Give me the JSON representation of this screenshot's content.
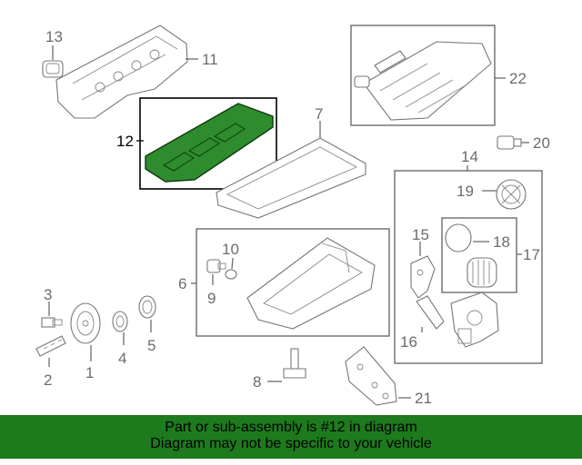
{
  "callouts": {
    "c1": "1",
    "c2": "2",
    "c3": "3",
    "c4": "4",
    "c5": "5",
    "c6": "6",
    "c7": "7",
    "c8": "8",
    "c9": "9",
    "c10": "10",
    "c11": "11",
    "c12": "12",
    "c13": "13",
    "c14": "14",
    "c15": "15",
    "c16": "16",
    "c17": "17",
    "c18": "18",
    "c19": "19",
    "c20": "20",
    "c21": "21",
    "c22": "22"
  },
  "highlight": {
    "part": "12",
    "color": "#2e8b2e"
  },
  "banner": {
    "line1": "Part or sub-assembly is #12 in diagram",
    "line2": "Diagram may not be specific to your vehicle",
    "color": "#1d7a1d"
  }
}
